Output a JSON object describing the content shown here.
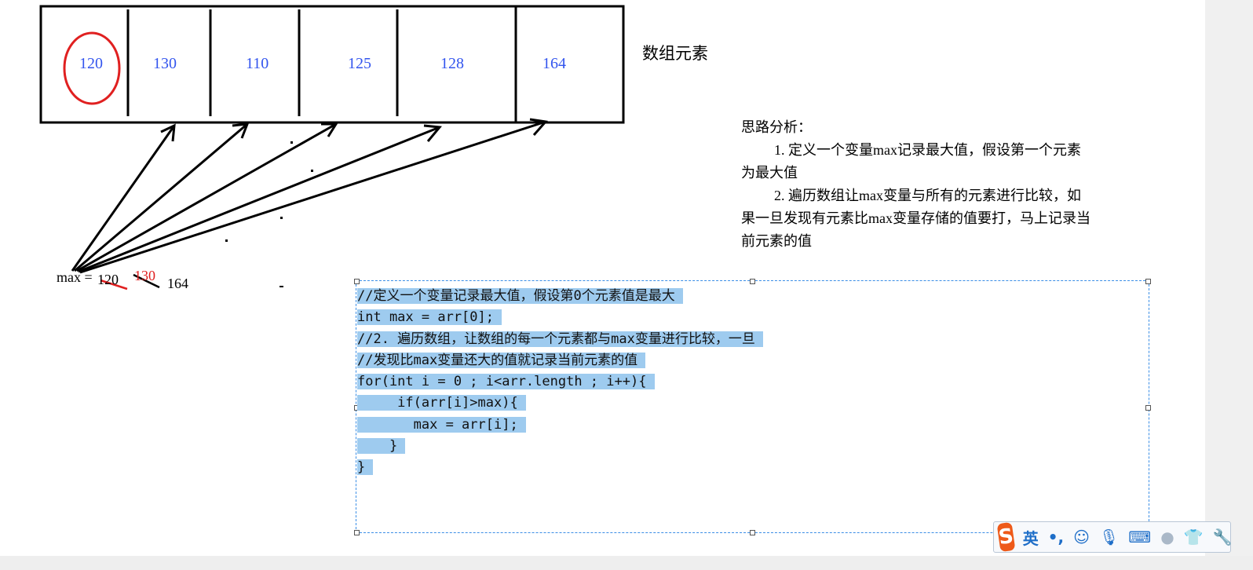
{
  "array": {
    "values": [
      "120",
      "130",
      "110",
      "125",
      "128",
      "164"
    ],
    "label": "数组元素"
  },
  "analysis": {
    "title": "思路分析：",
    "step1a": "1. 定义一个变量max记录最大值，假设第一个元素",
    "step1b": "为最大值",
    "step2a": "2. 遍历数组让max变量与所有的元素进行比较，如",
    "step2b": "果一旦发现有元素比max变量存储的值要打，马上记录当",
    "step2c": "前元素的值"
  },
  "max_note": {
    "label": "max =",
    "v1": "120",
    "v2": "130",
    "v3": "164"
  },
  "code": [
    "//定义一个变量记录最大值，假设第0个元素值是最大 ",
    "int max = arr[0]; ",
    "//2. 遍历数组，让数组的每一个元素都与max变量进行比较，一旦 ",
    "//发现比max变量还大的值就记录当前元素的值 ",
    "for(int i = 0 ; i<arr.length ; i++){ ",
    "     if(arr[i]>max){ ",
    "       max = arr[i]; ",
    "    } ",
    "} "
  ],
  "ime": {
    "logo": "S",
    "mode": "英",
    "punct": "•,"
  },
  "colors": {
    "value_blue": "#3355ee",
    "circle_red": "#e02020",
    "selection": "#9ecbef",
    "ime_blue": "#1e6ec8"
  }
}
